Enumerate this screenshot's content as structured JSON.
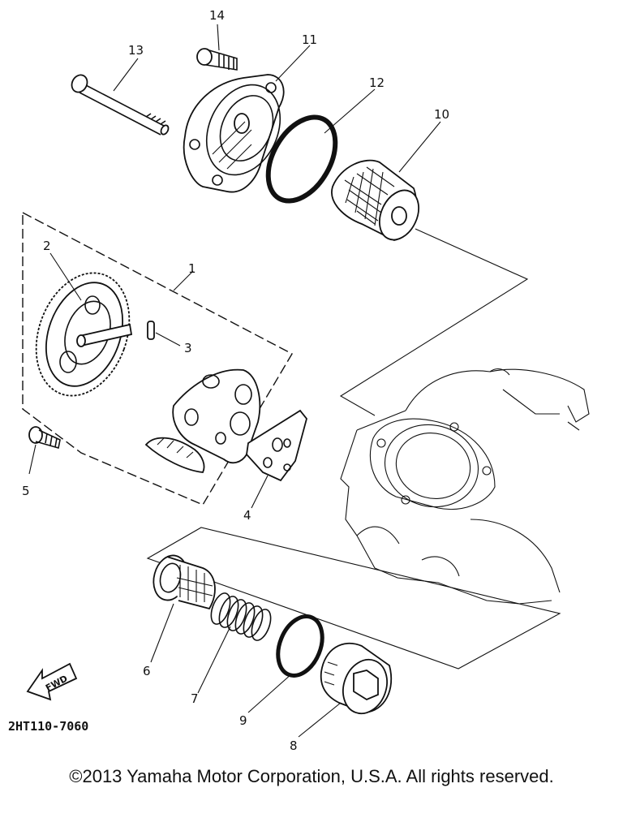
{
  "parts": [
    {
      "num": "1"
    },
    {
      "num": "2"
    },
    {
      "num": "3"
    },
    {
      "num": "4"
    },
    {
      "num": "5"
    },
    {
      "num": "6"
    },
    {
      "num": "7"
    },
    {
      "num": "8"
    },
    {
      "num": "9"
    },
    {
      "num": "10"
    },
    {
      "num": "11"
    },
    {
      "num": "12"
    },
    {
      "num": "13"
    },
    {
      "num": "14"
    }
  ],
  "reference_code": "2HT110-7060",
  "fwd_label": "FWD",
  "copyright": "©2013 Yamaha Motor Corporation, U.S.A. All rights reserved.",
  "colors": {
    "ink": "#111111",
    "background": "#ffffff"
  }
}
